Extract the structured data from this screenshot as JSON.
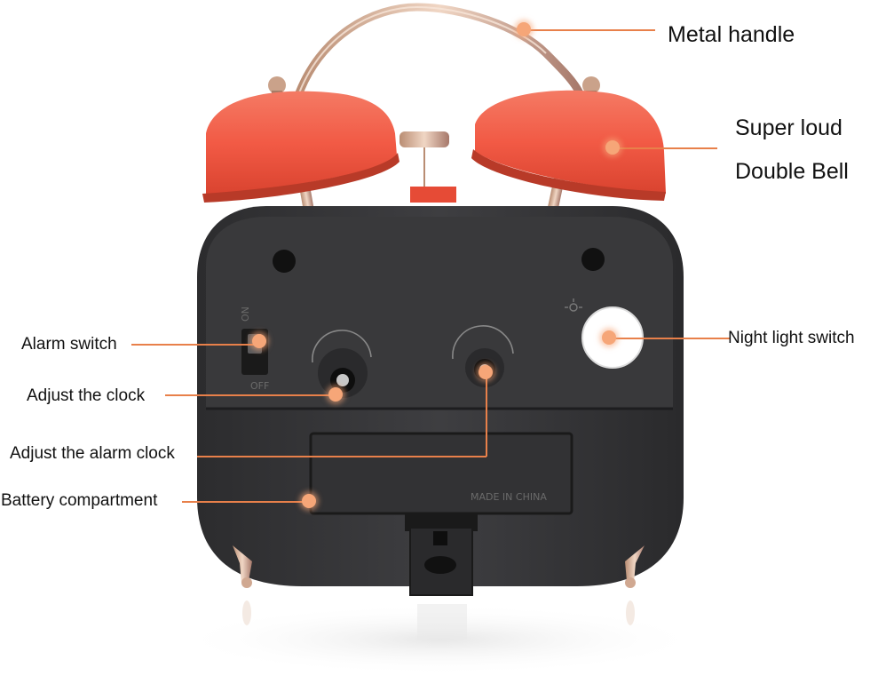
{
  "labels": {
    "metal_handle": "Metal handle",
    "super_loud": "Super loud",
    "double_bell": "Double Bell",
    "night_light_switch": "Night light switch",
    "alarm_switch": "Alarm switch",
    "adjust_clock": "Adjust the clock",
    "adjust_alarm_clock": "Adjust the alarm clock",
    "battery_compartment": "Battery compartment"
  },
  "device": {
    "switch_on": "ON",
    "switch_off": "OFF",
    "made_in": "MADE IN CHINA"
  },
  "colors": {
    "bell": "#f25a45",
    "body_back": "#3a3a3c",
    "metal": "#d8b7a0",
    "leader_line": "#e8804a",
    "dot": "#f6a678"
  }
}
